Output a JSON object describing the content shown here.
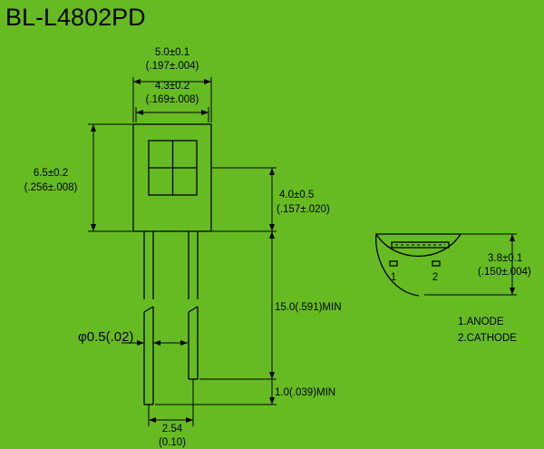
{
  "title": "BL-L4802PD",
  "dimensions": {
    "outer_width_mm": "5.0±0.1",
    "outer_width_in": "(.197±.004)",
    "inner_width_mm": "4.3±0.2",
    "inner_width_in": "(.169±.008)",
    "body_height_mm": "6.5±0.2",
    "body_height_in": "(.256±.008)",
    "window_height_mm": "4.0±0.5",
    "window_height_in": "(.157±.020)",
    "lead_length": "15.0(.591)MIN",
    "lead_end": "1.0(.039)MIN",
    "lead_diameter": "φ0.5(.02)",
    "pitch_mm": "2.54",
    "pitch_in": "(0.10)",
    "side_height_mm": "3.8±0.1",
    "side_height_in": "(.150±.004)"
  },
  "pins": {
    "pin1": "1",
    "pin2": "2",
    "legend_anode": "1.ANODE",
    "legend_cathode": "2.CATHODE"
  }
}
